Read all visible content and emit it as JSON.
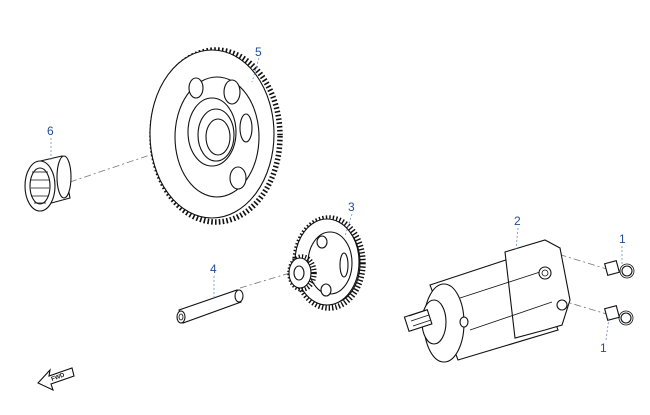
{
  "callouts": [
    {
      "id": "1",
      "label": "1"
    },
    {
      "id": "1b",
      "label": "1"
    },
    {
      "id": "2",
      "label": "2"
    },
    {
      "id": "3",
      "label": "3"
    },
    {
      "id": "4",
      "label": "4"
    },
    {
      "id": "5",
      "label": "5"
    },
    {
      "id": "6",
      "label": "6"
    }
  ],
  "fwd_label": "FWD",
  "colors": {
    "callout": "#1f4e9c",
    "line": "#111111"
  }
}
